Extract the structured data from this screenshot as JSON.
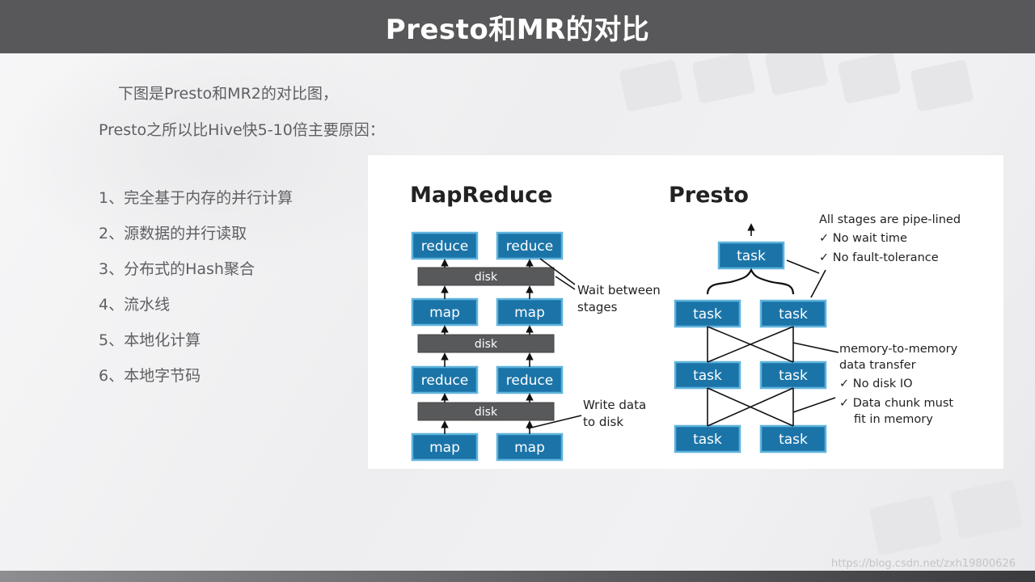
{
  "slide": {
    "title": "Presto和MR的对比",
    "intro_line1": "下图是Presto和MR2的对比图，",
    "intro_line2": "Presto之所以比Hive快5-10倍主要原因：",
    "reasons": [
      "1、完全基于内存的并行计算",
      "2、源数据的并行读取",
      "3、分布式的Hash聚合",
      "4、流水线",
      "5、本地化计算",
      "6、本地字节码"
    ],
    "watermark": "https://blog.csdn.net/zxh19800626"
  },
  "diagram": {
    "colors": {
      "task_fill": "#1b74a8",
      "task_border": "#5fb3dd",
      "disk_fill": "#58595b",
      "text_dark": "#222222",
      "box_text": "#ffffff"
    },
    "mapreduce": {
      "title": "MapReduce",
      "reduce_label": "reduce",
      "map_label": "map",
      "disk_label": "disk",
      "note_wait": [
        "Wait between",
        "stages"
      ],
      "note_write": [
        "Write data",
        "to disk"
      ]
    },
    "presto": {
      "title": "Presto",
      "task_label": "task",
      "note_pipeline": [
        "All stages are pipe-lined",
        "✓ No wait time",
        "✓ No fault-tolerance"
      ],
      "note_memory": [
        "memory-to-memory",
        "data transfer",
        "✓ No disk IO",
        "✓ Data chunk must",
        "fit in memory"
      ]
    }
  }
}
